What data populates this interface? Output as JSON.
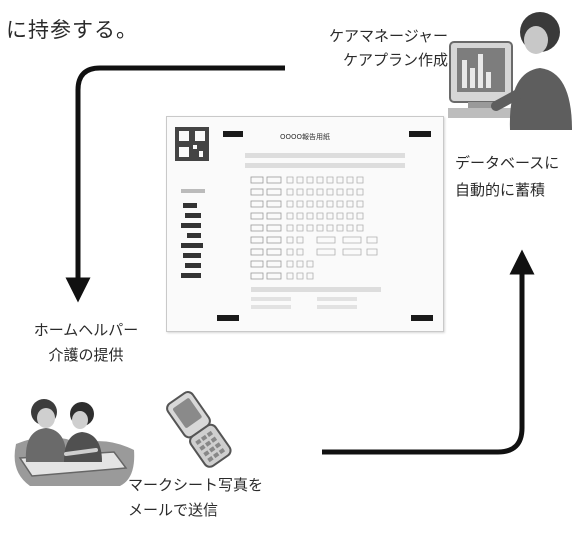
{
  "top_caption": "に持参する。",
  "care_manager": {
    "line1": "ケアマネージャー",
    "line2": "ケアプラン作成"
  },
  "database": {
    "line1": "データベースに",
    "line2": "自動的に蓄積"
  },
  "home_helper": {
    "line1": "ホームヘルパー",
    "line2": "介護の提供"
  },
  "mark_sheet": {
    "line1": "マークシート写真を",
    "line2": "メールで送信"
  },
  "form_title": "OOOO報告用紙"
}
